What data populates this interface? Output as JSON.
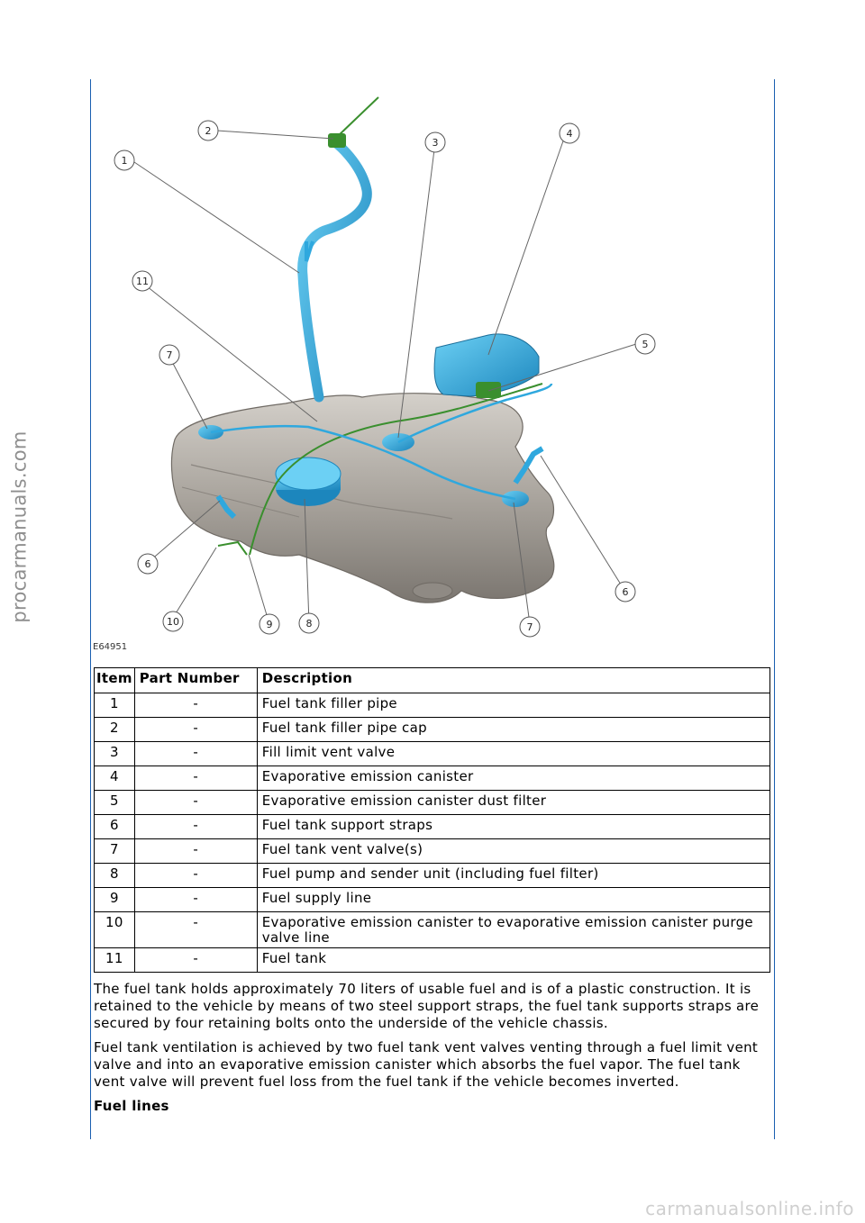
{
  "watermarks": {
    "left": "procarmanuals.com",
    "bottom": "carmanualsonline.info"
  },
  "figure": {
    "id": "E64951",
    "callouts": [
      "2",
      "1",
      "3",
      "4",
      "11",
      "7",
      "5",
      "6",
      "6",
      "10",
      "9",
      "8",
      "7"
    ],
    "colors": {
      "component": "#2fa8de",
      "tank": "#a9a49d",
      "vent_line": "#3a8f2e",
      "leader": "#666666"
    }
  },
  "parts_table": {
    "headers": [
      "Item",
      "Part Number",
      "Description"
    ],
    "rows": [
      {
        "item": "1",
        "part": "-",
        "desc": "Fuel tank filler pipe"
      },
      {
        "item": "2",
        "part": "-",
        "desc": "Fuel tank filler pipe cap"
      },
      {
        "item": "3",
        "part": "-",
        "desc": "Fill limit vent valve"
      },
      {
        "item": "4",
        "part": "-",
        "desc": "Evaporative emission canister"
      },
      {
        "item": "5",
        "part": "-",
        "desc": "Evaporative emission canister dust filter"
      },
      {
        "item": "6",
        "part": "-",
        "desc": "Fuel tank support straps"
      },
      {
        "item": "7",
        "part": "-",
        "desc": "Fuel tank vent valve(s)"
      },
      {
        "item": "8",
        "part": "-",
        "desc": "Fuel pump and sender unit (including fuel filter)"
      },
      {
        "item": "9",
        "part": "-",
        "desc": "Fuel supply line"
      },
      {
        "item": "10",
        "part": "-",
        "desc": "Evaporative emission canister to evaporative emission canister purge valve line"
      },
      {
        "item": "11",
        "part": "-",
        "desc": "Fuel tank"
      }
    ]
  },
  "paragraphs": [
    "The fuel tank holds approximately 70 liters of usable fuel and is of a plastic construction. It is retained to the vehicle by means of two steel support straps, the fuel tank supports straps are secured by four retaining bolts onto the underside of the vehicle chassis.",
    "Fuel tank ventilation is achieved by two fuel tank vent valves venting through a fuel limit vent valve and into an evaporative emission canister which absorbs the fuel vapor. The fuel tank vent valve will prevent fuel loss from the fuel tank if the vehicle becomes inverted."
  ],
  "section_heading": "Fuel lines"
}
